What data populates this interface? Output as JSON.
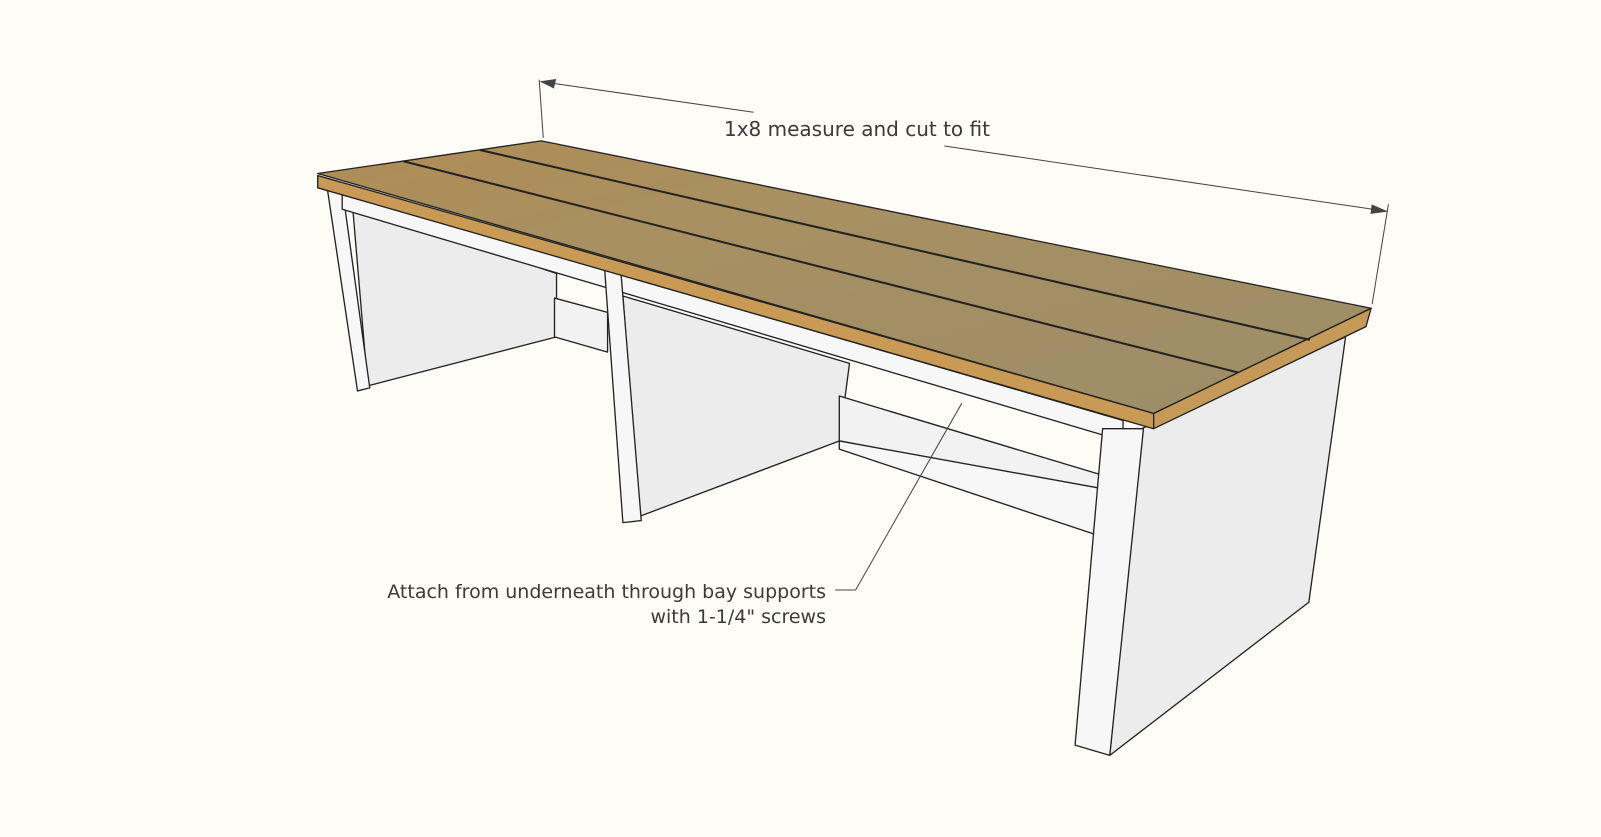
{
  "dimension_label": "1x8 measure and cut to fit",
  "note": {
    "line1": "Attach from underneath through bay supports",
    "line2": "with 1-1/4\" screws"
  },
  "colors": {
    "background": "#fdfcf7",
    "wood_top": "#a38f63",
    "wood_edge": "#c99a55",
    "frame": "#f4f4f4",
    "panel": "#ececec",
    "line": "#222222"
  }
}
